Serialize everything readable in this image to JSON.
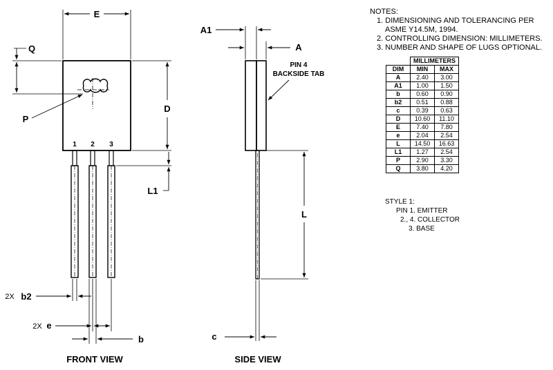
{
  "front_view": {
    "title": "FRONT VIEW",
    "labels": {
      "E": "E",
      "Q": "Q",
      "D": "D",
      "P": "P",
      "L1": "L1",
      "b2": "b2",
      "e": "e",
      "b": "b",
      "count_b2": "2X",
      "count_e": "2X"
    },
    "pins": [
      "1",
      "2",
      "3"
    ]
  },
  "side_view": {
    "title": "SIDE VIEW",
    "labels": {
      "A1": "A1",
      "A": "A",
      "L": "L",
      "c": "c"
    },
    "callout_line1": "PIN 4",
    "callout_line2": "BACKSIDE TAB"
  },
  "notes": {
    "heading": "NOTES:",
    "items": [
      {
        "num": "1.",
        "line1": "DIMENSIONING AND TOLERANCING PER",
        "line2": "ASME Y14.5M, 1994."
      },
      {
        "num": "2.",
        "line1": "CONTROLLING DIMENSION: MILLIMETERS.",
        "line2": ""
      },
      {
        "num": "3.",
        "line1": "NUMBER AND SHAPE OF LUGS OPTIONAL.",
        "line2": ""
      }
    ]
  },
  "table": {
    "group_header": "MILLIMETERS",
    "col_dim": "DIM",
    "col_min": "MIN",
    "col_max": "MAX",
    "rows": [
      {
        "dim": "A",
        "min": "2.40",
        "max": "3.00"
      },
      {
        "dim": "A1",
        "min": "1.00",
        "max": "1.50"
      },
      {
        "dim": "b",
        "min": "0.60",
        "max": "0.90"
      },
      {
        "dim": "b2",
        "min": "0.51",
        "max": "0.88"
      },
      {
        "dim": "c",
        "min": "0.39",
        "max": "0.63"
      },
      {
        "dim": "D",
        "min": "10.60",
        "max": "11.10"
      },
      {
        "dim": "E",
        "min": "7.40",
        "max": "7.80"
      },
      {
        "dim": "e",
        "min": "2.04",
        "max": "2.54"
      },
      {
        "dim": "L",
        "min": "14.50",
        "max": "16.63"
      },
      {
        "dim": "L1",
        "min": "1.27",
        "max": "2.54"
      },
      {
        "dim": "P",
        "min": "2.90",
        "max": "3.30"
      },
      {
        "dim": "Q",
        "min": "3.80",
        "max": "4.20"
      }
    ]
  },
  "style": {
    "heading": "STYLE 1:",
    "pin1_prefix": "PIN 1.",
    "pin1_name": "EMITTER",
    "pin24_prefix": "2., 4.",
    "pin24_name": "COLLECTOR",
    "pin3_prefix": "3.",
    "pin3_name": "BASE"
  }
}
